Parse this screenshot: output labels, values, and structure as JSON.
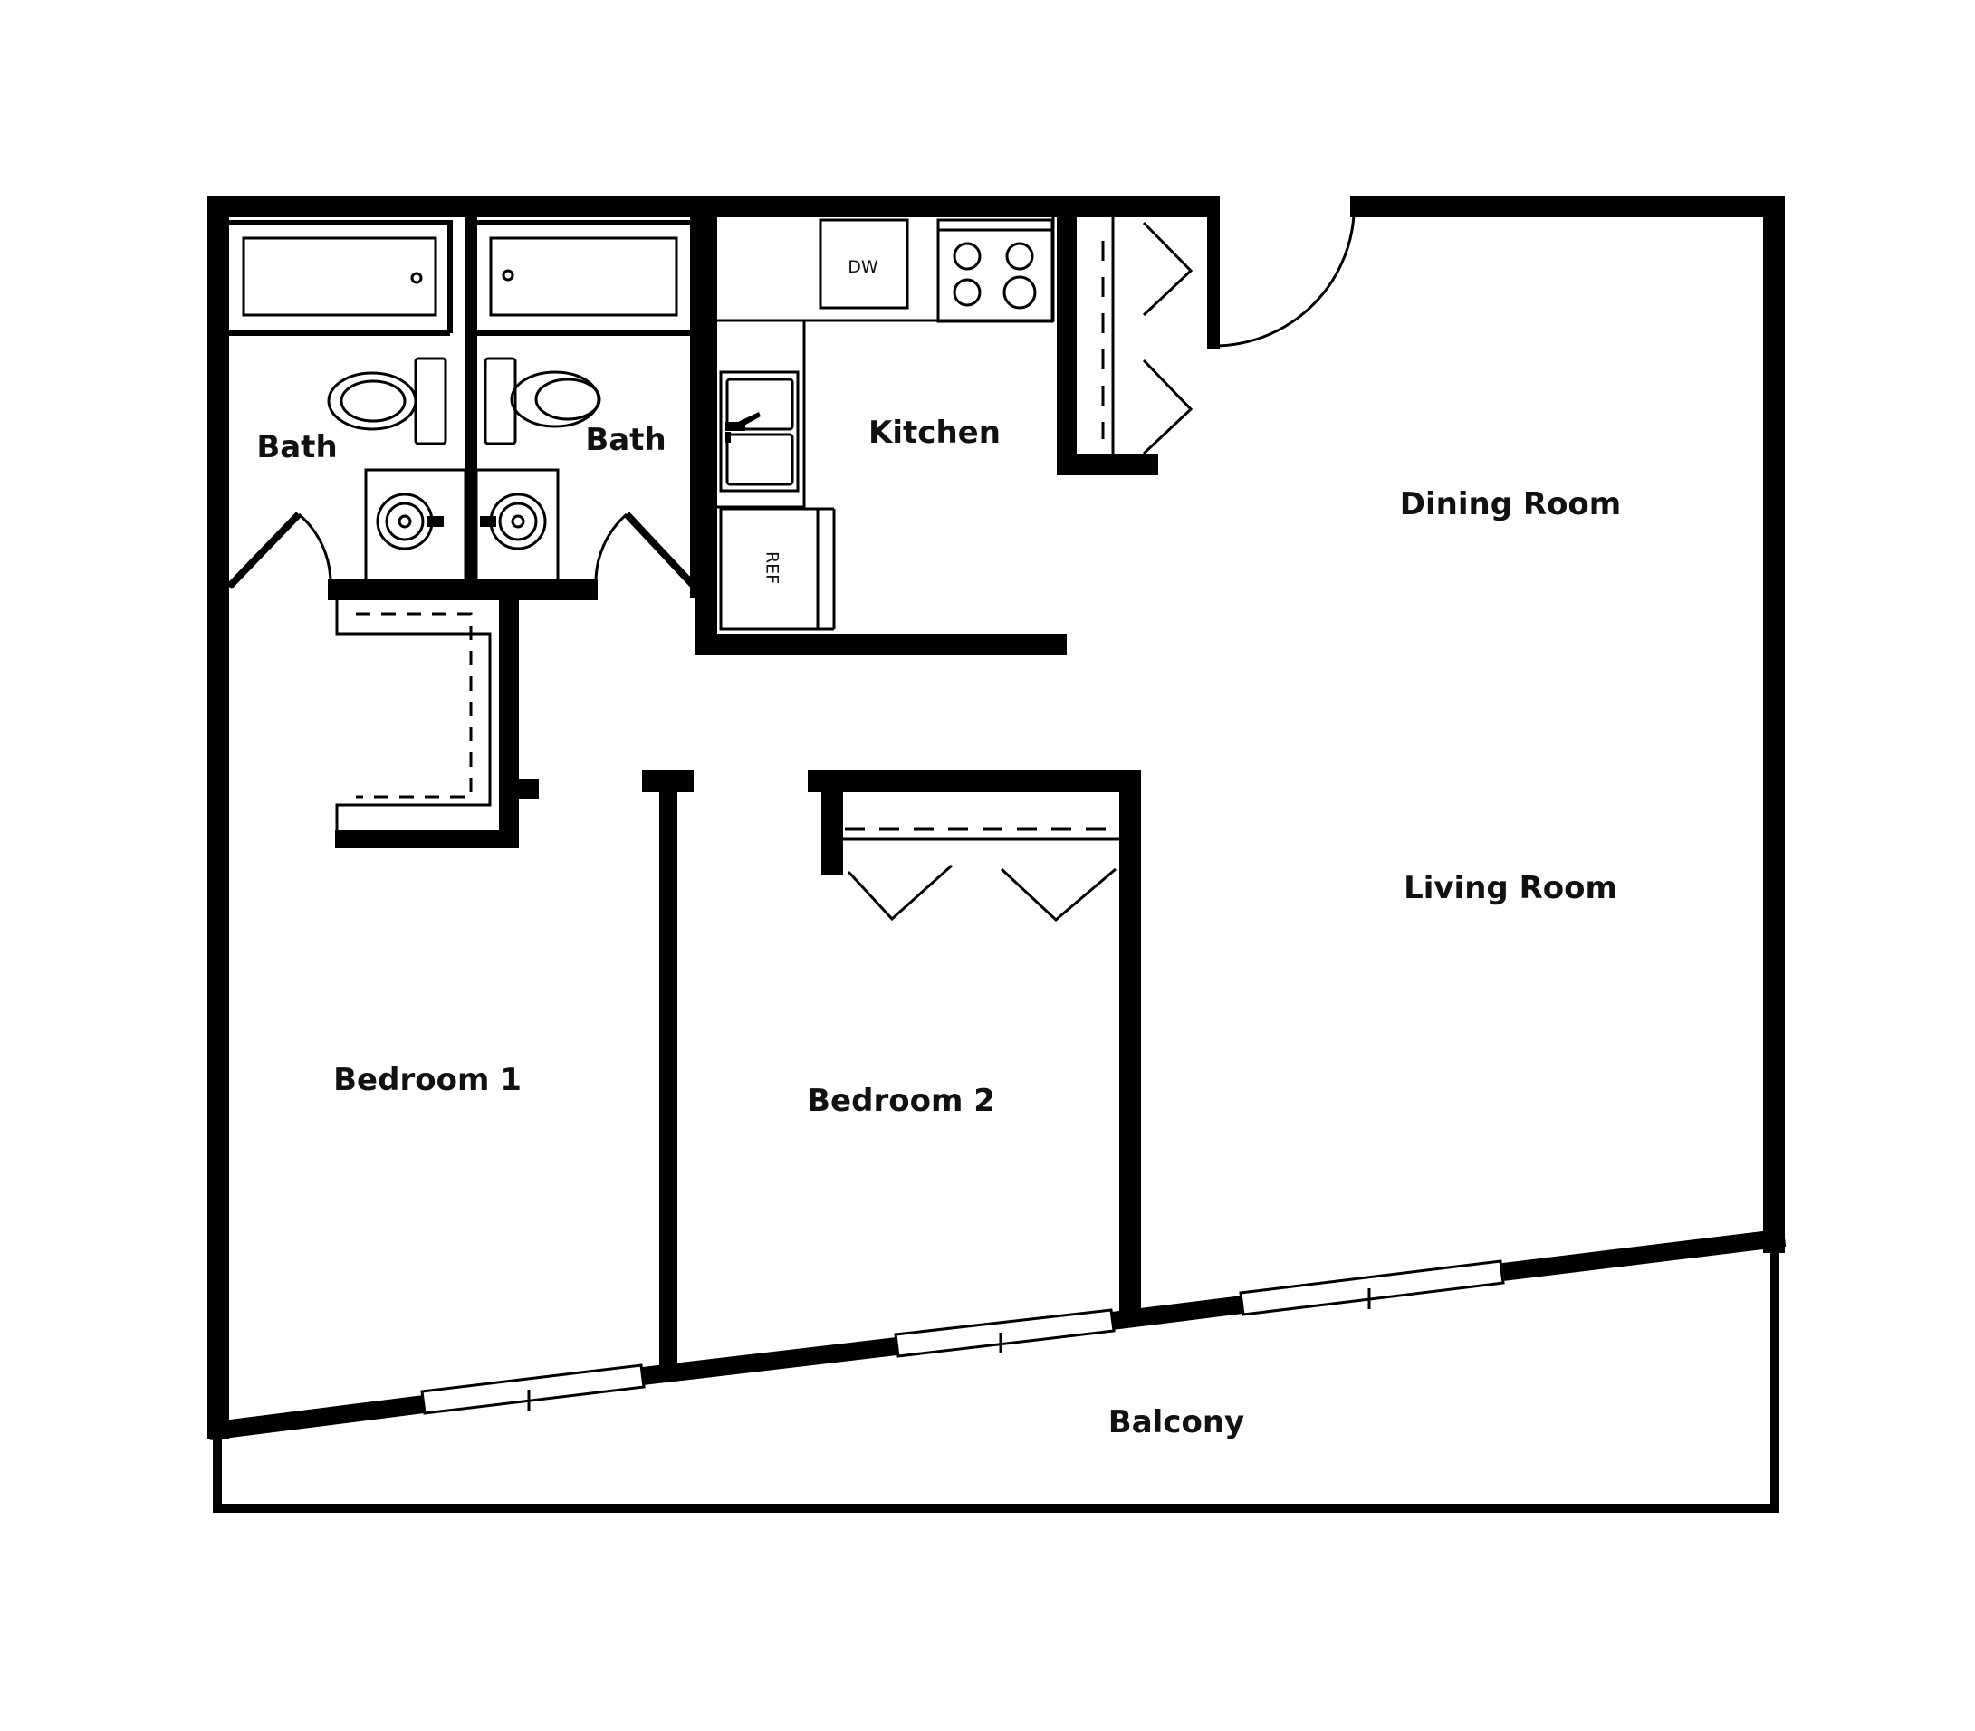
{
  "rooms": {
    "bath_left": "Bath",
    "bath_right": "Bath",
    "kitchen": "Kitchen",
    "dining_room": "Dining Room",
    "living_room": "Living Room",
    "bedroom_1": "Bedroom 1",
    "bedroom_2": "Bedroom 2",
    "balcony": "Balcony"
  },
  "fixtures": {
    "dishwasher": "DW",
    "refrigerator": "REF"
  },
  "colors": {
    "wall": "#000000",
    "background": "#ffffff"
  }
}
